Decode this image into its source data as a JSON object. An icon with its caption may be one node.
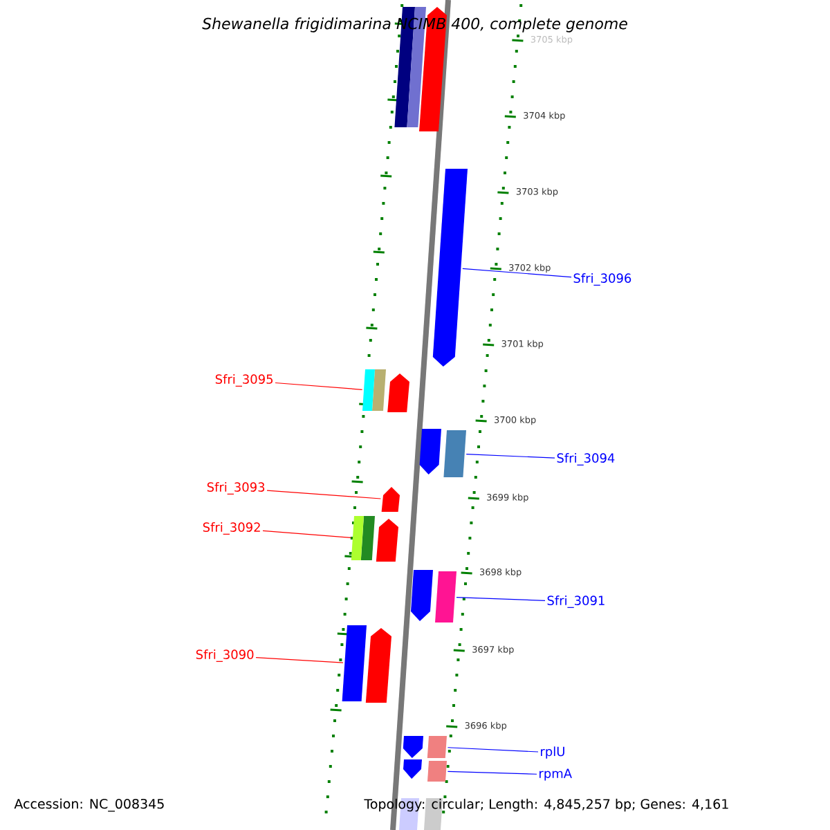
{
  "diagram": {
    "title": "Shewanella frigidimarina NCIMB 400, complete genome",
    "nodes": [
      {
        "text": [
          "Sfri_3096"
        ]
      },
      {
        "text": [],
        "shape": "arrow"
      },
      {
        "text": [
          "Sfri_3095"
        ]
      },
      {
        "text": [],
        "shape": "bar"
      },
      {
        "text": [
          "Sfri_3094"
        ]
      },
      {
        "text": [],
        "shape": "bar"
      },
      {
        "text": [
          "Sfri_3093"
        ]
      },
      {
        "text": [],
        "shape": "arrow"
      },
      {
        "text": [
          "Sfri_3092"
        ]
      },
      {
        "text": [],
        "shape": "bar"
      },
      {
        "text": [
          "Sfri_3091"
        ]
      },
      {
        "text": [],
        "shape": "bar"
      },
      {
        "text": [
          "Sfri_3090"
        ]
      },
      {
        "text": [],
        "shape": "bar"
      },
      {
        "text": [
          "rplU"
        ]
      },
      {
        "text": [],
        "shape": "bar"
      },
      {
        "text": [
          "rpmA"
        ]
      },
      {
        "text": [],
        "shape": "bar"
      }
    ],
    "edges": [
      {
        "from": 0,
        "to": 1,
        "arrow": "none",
        "color": "#0000ff"
      },
      {
        "from": 2,
        "to": 3,
        "arrow": "none",
        "color": "#ff0000"
      },
      {
        "from": 4,
        "to": 5,
        "arrow": "none",
        "color": "#0000ff"
      },
      {
        "from": 6,
        "to": 7,
        "arrow": "none",
        "color": "#ff0000"
      },
      {
        "from": 8,
        "to": 9,
        "arrow": "none",
        "color": "#ff0000"
      },
      {
        "from": 10,
        "to": 11,
        "arrow": "none",
        "color": "#0000ff"
      },
      {
        "from": 12,
        "to": 13,
        "arrow": "none",
        "color": "#ff0000"
      },
      {
        "from": 14,
        "to": 15,
        "arrow": "none",
        "color": "#0000ff"
      },
      {
        "from": 16,
        "to": 17,
        "arrow": "none",
        "color": "#0000ff"
      }
    ],
    "labels": [
      "3705 kbp",
      "3704 kbp",
      "3703 kbp",
      "3702 kbp",
      "3701 kbp",
      "3700 kbp",
      "3699 kbp",
      "3698 kbp",
      "3697 kbp",
      "3696 kbp",
      "Accession: NC_008345",
      "Topology: circular; Length: 4,845,257 bp; Genes: 4,161"
    ]
  }
}
